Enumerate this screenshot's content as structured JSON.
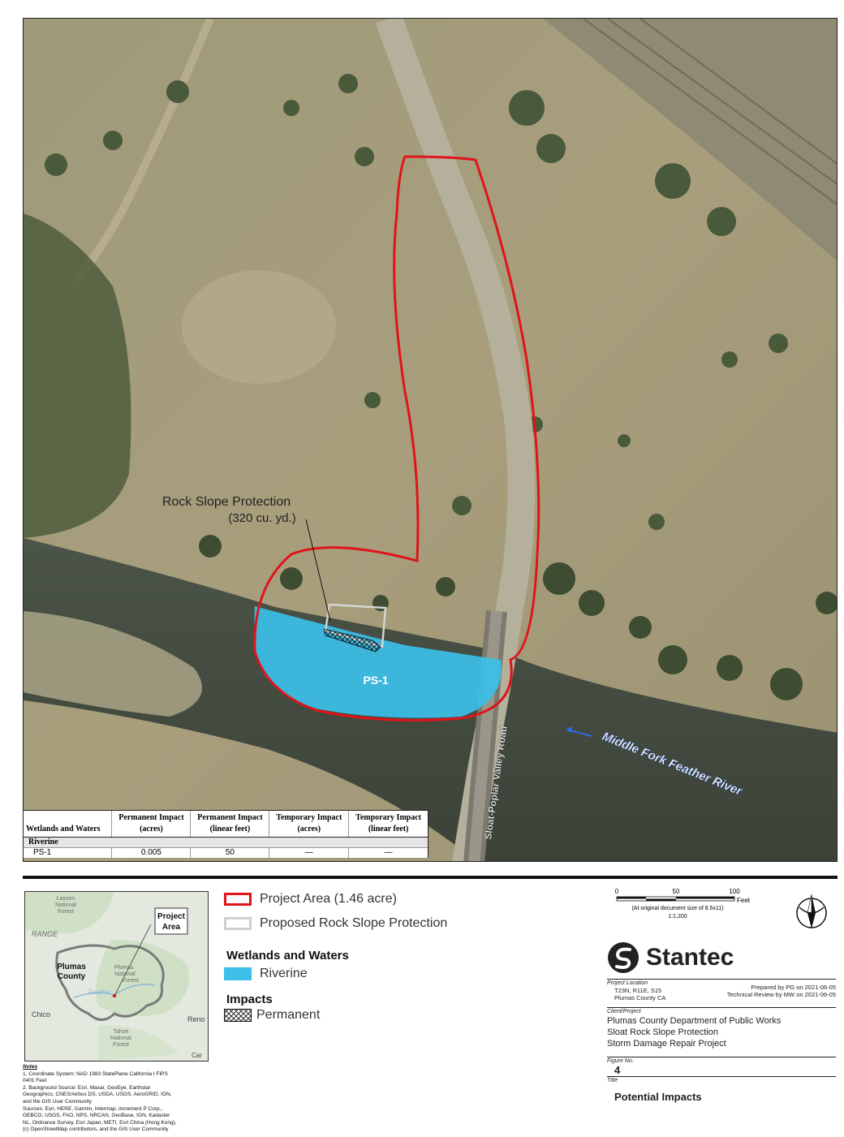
{
  "map": {
    "callout_line1": "Rock Slope Protection",
    "callout_line2": "(320 cu. yd.)",
    "feature_label": "PS-1",
    "road_label": "Sloat-Poplar Valley Road",
    "river_label": "Middle Fork Feather River"
  },
  "impact_table": {
    "col_header": "Wetlands and Waters",
    "headers": [
      [
        "Permanent Impact",
        "(acres)"
      ],
      [
        "Permanent Impact",
        "(linear feet)"
      ],
      [
        "Temporary Impact",
        "(acres)"
      ],
      [
        "Temporary Impact",
        "(linear feet)"
      ]
    ],
    "group": "Riverine",
    "row": {
      "name": "PS-1",
      "values": [
        "0.005",
        "50",
        "—",
        "—"
      ]
    }
  },
  "inset": {
    "labels": {
      "lassen": [
        "Lassen",
        "National",
        "Forest"
      ],
      "range": "RANGE",
      "plumas_county": [
        "Plumas",
        "County"
      ],
      "plumas_nf": [
        "Plumas",
        "National",
        "Forest"
      ],
      "feather": "Feather",
      "chico": "Chico",
      "tahoe": [
        "Tahoe",
        "National",
        "Forest"
      ],
      "reno": "Reno",
      "car": "Car"
    },
    "callout": [
      "Project",
      "Area"
    ]
  },
  "notes": {
    "heading": "Notes",
    "lines": [
      "1. Coordinate System: NAD 1983 StatePlane California I FIPS",
      "0401 Feet",
      "2. Background Source: Esri, Maxar, GeoEye, Earthstar",
      "Geographics, CNES/Airbus DS, USDA, USGS, AeroGRID, IGN,",
      "and the GIS User Community",
      "Sources: Esri, HERE, Garmin, Intermap, increment P Corp.,",
      "GEBCO, USGS, FAO, NPS, NRCAN, GeoBase, IGN, Kadaster",
      "NL, Ordnance Survey, Esri Japan, METI, Esri China (Hong Kong),",
      "(c) OpenStreetMap contributors, and the GIS User Community"
    ]
  },
  "legend": {
    "project_area": "Project Area (1.46 acre)",
    "rock_slope": "Proposed Rock Slope Protection",
    "wetlands_heading": "Wetlands and Waters",
    "riverine": "Riverine",
    "impacts_heading": "Impacts",
    "permanent": "Permanent",
    "colors": {
      "project": "#e0141a",
      "rock": "#cfcfcf",
      "riverine": "#3cbfe8"
    }
  },
  "scale": {
    "ticks": [
      "0",
      "50",
      "100"
    ],
    "unit": "Feet",
    "note": "(At original document size of 8.5x11)",
    "ratio": "1:1,200"
  },
  "brand": {
    "name": "Stantec"
  },
  "title_block": {
    "project_location_label": "Project Location",
    "prepared_by": "Prepared by PG on 2021-06-05",
    "location_line1": "T23N, R11E, S15",
    "technical_review": "Technical Review by MW on 2021-06-05",
    "location_line2": "Plumas County CA",
    "client_label": "Client/Project",
    "client_lines": [
      "Plumas County Department of Public Works",
      "Sloat Rock Slope Protection",
      "Storm Damage Repair Project"
    ],
    "figure_label": "Figure No.",
    "figure_no": "4",
    "title_label": "Title",
    "title": "Potential Impacts"
  }
}
